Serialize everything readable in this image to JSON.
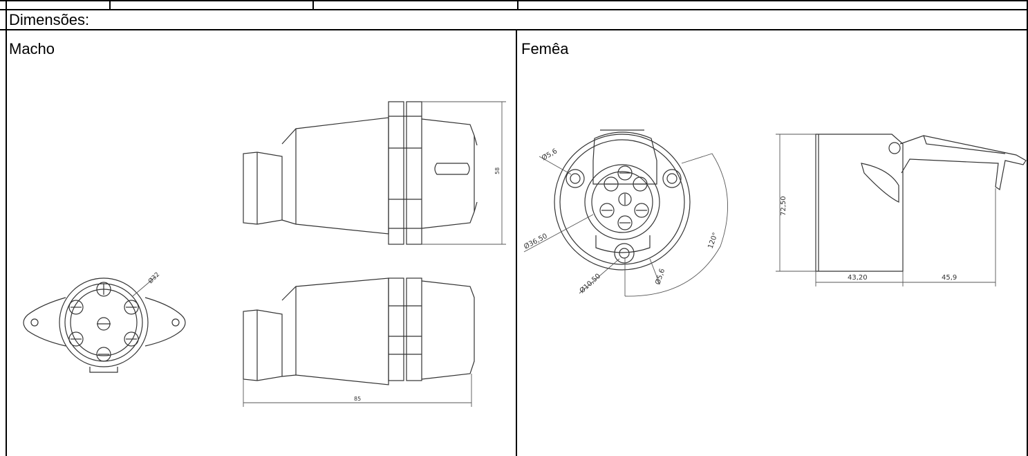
{
  "table": {
    "section_label": "Dimensões:",
    "male_label": "Macho",
    "female_label": "Femêa"
  },
  "male_drawing": {
    "diameter": "Ø32",
    "height": "58",
    "length": "85"
  },
  "female_drawing": {
    "hole_diameter": "Ø5,6",
    "bolt_circle": "Ø36,50",
    "hole_diameter_2": "Ø10,50",
    "pin_diameter": "Ø5,6",
    "angle": "120°",
    "height": "72,50",
    "body_depth": "43,20",
    "lid_depth": "45,9"
  }
}
